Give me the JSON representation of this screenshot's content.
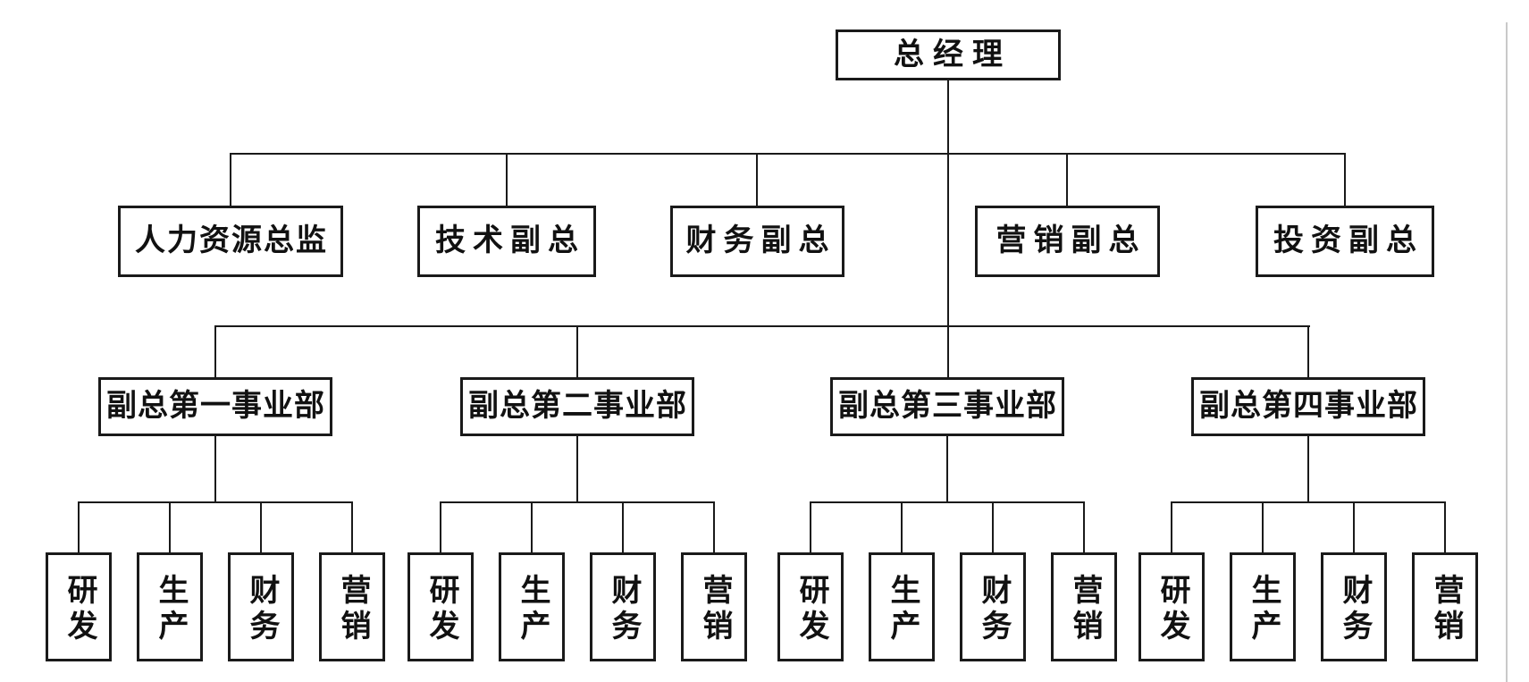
{
  "org": {
    "root": {
      "label": "总经理"
    },
    "executives": [
      {
        "label": "人力资源总监"
      },
      {
        "label": "技术副总"
      },
      {
        "label": "财务副总"
      },
      {
        "label": "营销副总"
      },
      {
        "label": "投资副总"
      }
    ],
    "units": [
      {
        "label": "副总第一事业部",
        "departments": [
          "研发",
          "生产",
          "财务",
          "营销"
        ]
      },
      {
        "label": "副总第二事业部",
        "departments": [
          "研发",
          "生产",
          "财务",
          "营销"
        ]
      },
      {
        "label": "副总第三事业部",
        "departments": [
          "研发",
          "生产",
          "财务",
          "营销"
        ]
      },
      {
        "label": "副总第四事业部",
        "departments": [
          "研发",
          "生产",
          "财务",
          "营销"
        ]
      }
    ],
    "colors": {
      "line": "#1a1a1a",
      "border": "#1a1a1a",
      "fill": "#ffffff",
      "text": "#111111",
      "background": "#ffffff",
      "page_edge": "#c9c9c9"
    }
  }
}
